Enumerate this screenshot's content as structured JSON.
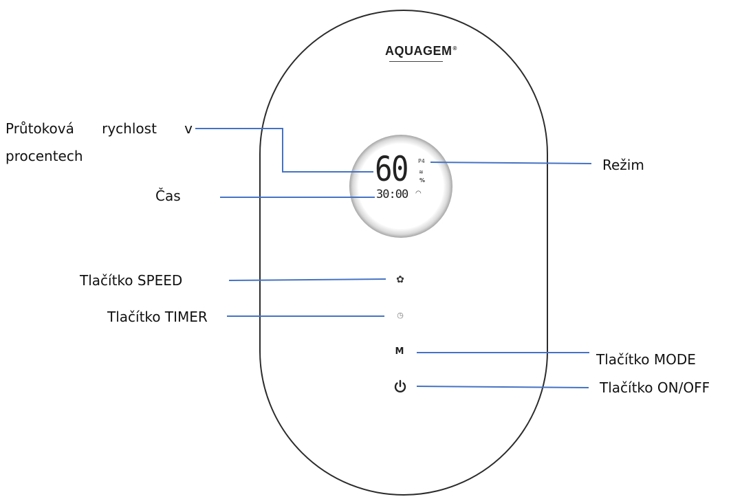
{
  "brand": {
    "name": "AQUAGEM",
    "mark": "®"
  },
  "display": {
    "speed_value": "60",
    "mode_value": "P4",
    "time_value": "30:00",
    "percent_sign": "%"
  },
  "labels": {
    "flow_rate_line1": [
      "Průtoková",
      "rychlost",
      "v"
    ],
    "flow_rate_line2": "procentech",
    "time": "Čas",
    "mode": "Režim",
    "speed_button": "Tlačítko SPEED",
    "timer_button": "Tlačítko TIMER",
    "mode_button": "Tlačítko MODE",
    "onoff_button": "Tlačítko ON/OFF"
  },
  "icons": {
    "speed_button": "fan-icon",
    "timer_button": "clock-icon",
    "mode_button": "m-letter-icon",
    "onoff_button": "power-icon",
    "display_mode": "wave-icon",
    "display_wifi": "wifi-icon"
  },
  "colors": {
    "leader_line": "#4472c4",
    "device_outline": "#2b2b2b",
    "text": "#111111"
  }
}
